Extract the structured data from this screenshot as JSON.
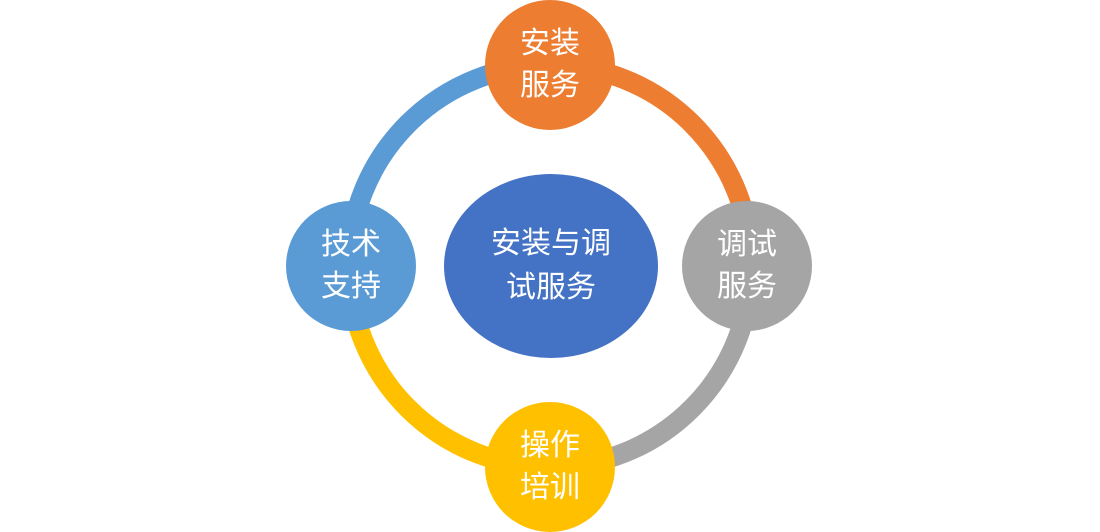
{
  "diagram": {
    "center": {
      "line1": "安装与调",
      "line2": "试服务",
      "color": "#4472C4"
    },
    "nodes": [
      {
        "id": "top",
        "line1": "安装",
        "line2": "服务",
        "color": "#ED7D31"
      },
      {
        "id": "right",
        "line1": "调试",
        "line2": "服务",
        "color": "#A5A5A5"
      },
      {
        "id": "bottom",
        "line1": "操作",
        "line2": "培训",
        "color": "#FFC000"
      },
      {
        "id": "left",
        "line1": "技术",
        "line2": "支持",
        "color": "#5B9BD5"
      }
    ],
    "ring_arcs": [
      {
        "from": "top",
        "to": "right",
        "color": "#ED7D31"
      },
      {
        "from": "right",
        "to": "bottom",
        "color": "#A5A5A5"
      },
      {
        "from": "bottom",
        "to": "left",
        "color": "#FFC000"
      },
      {
        "from": "left",
        "to": "top",
        "color": "#5B9BD5"
      }
    ]
  }
}
